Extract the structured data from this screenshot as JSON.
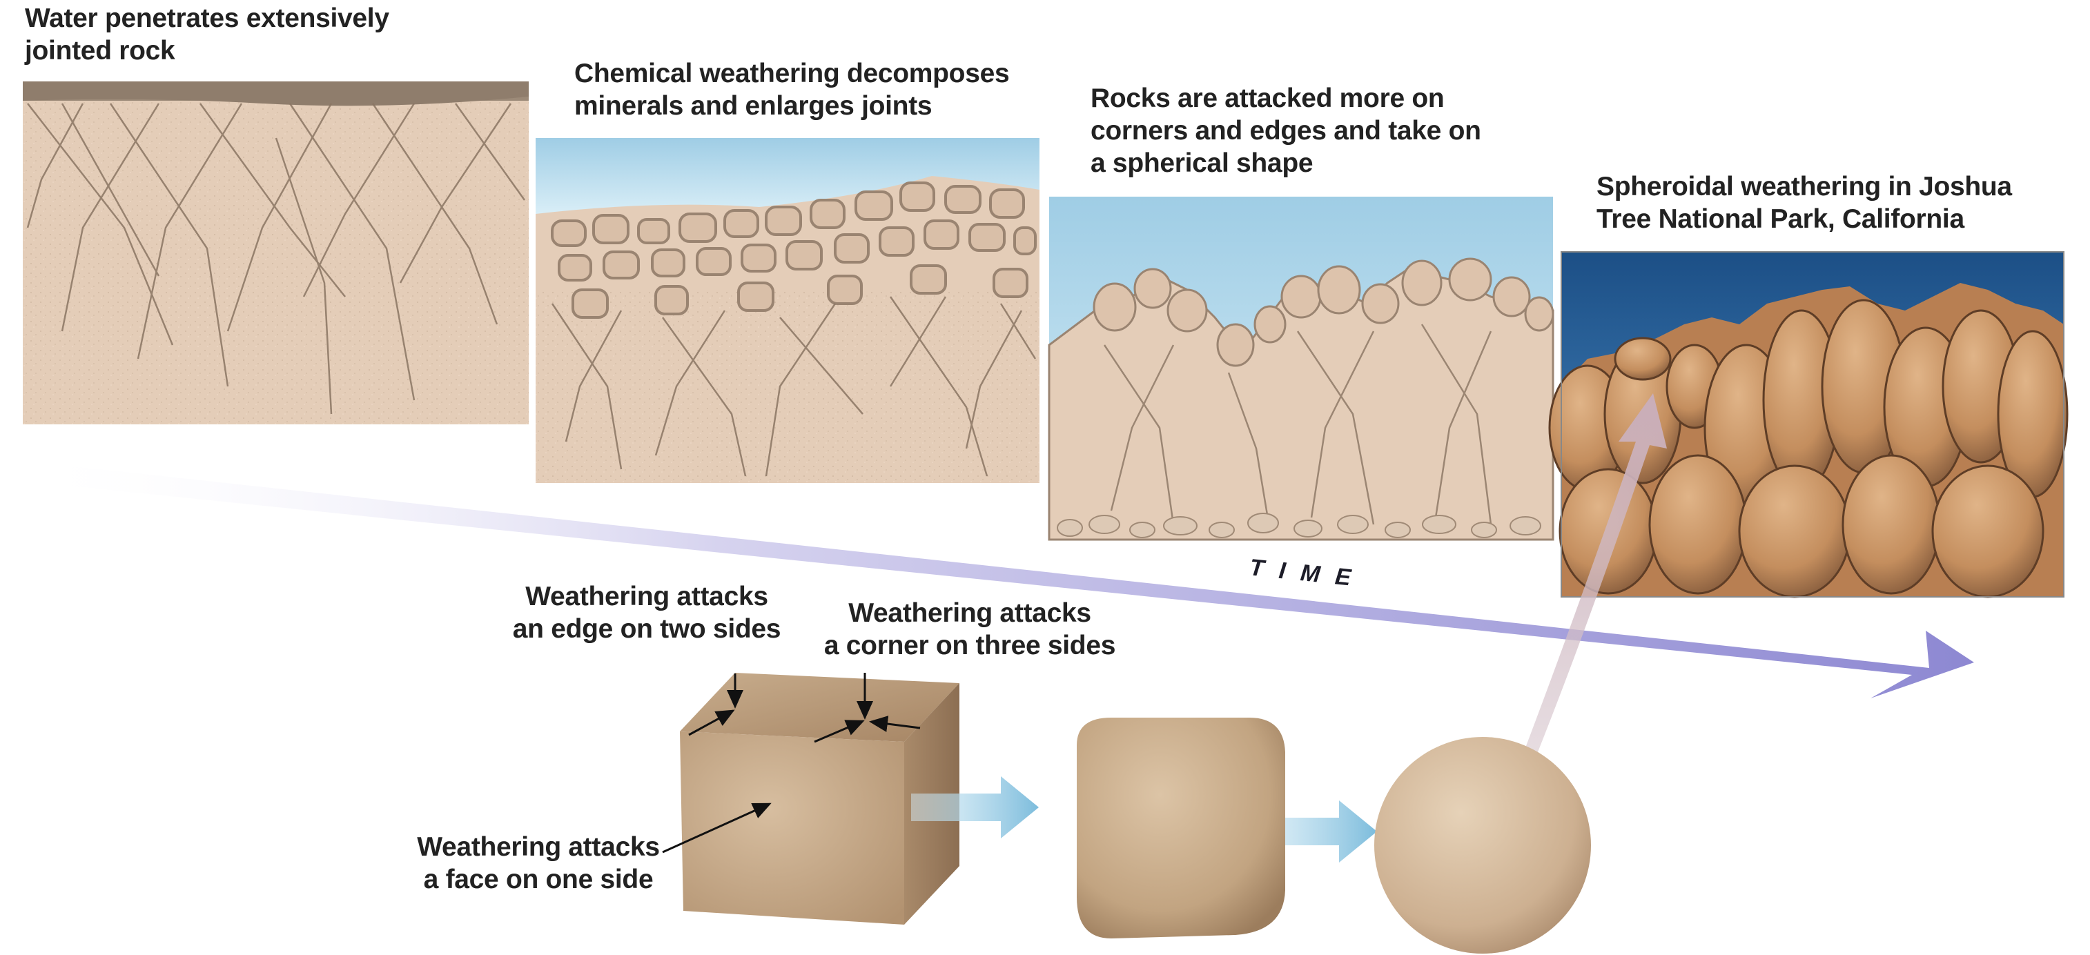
{
  "panels": [
    {
      "id": "p1",
      "caption_lines": [
        "Water penetrates extensively",
        "jointed rock"
      ]
    },
    {
      "id": "p2",
      "caption_lines": [
        "Chemical weathering decomposes",
        "minerals and enlarges joints"
      ]
    },
    {
      "id": "p3",
      "caption_lines": [
        "Rocks are attacked more on",
        "corners and edges and take on",
        "a spherical shape"
      ]
    },
    {
      "id": "p4",
      "caption_lines": [
        "Spheroidal weathering in Joshua",
        "Tree National Park, California"
      ]
    }
  ],
  "timeline": {
    "label": "TIME"
  },
  "cube_labels": {
    "edge": [
      "Weathering attacks",
      "an edge on two sides"
    ],
    "corner": [
      "Weathering attacks",
      "a corner on three sides"
    ],
    "face": [
      "Weathering attacks",
      "a face on one side"
    ]
  },
  "colors": {
    "rock": "#e5cdb8",
    "joint": "#8a7563",
    "sky": "#aed6ea",
    "time_arrow": "#9a96d6",
    "flow_arrow": "#8cc5e0",
    "boulder": "#c89a70"
  }
}
